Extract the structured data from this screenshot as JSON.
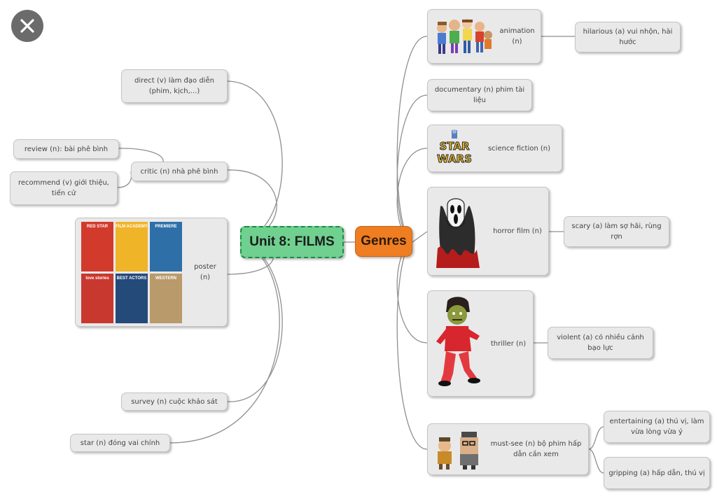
{
  "central": {
    "label": "Unit 8: FILMS"
  },
  "genres": {
    "label": "Genres"
  },
  "left_nodes": {
    "direct": "direct (v) làm đạo diễn (phim, kịch,...)",
    "critic": "critic (n) nhà phê bình",
    "review": "review (n): bài phê bình",
    "recommend": "recommend (v) giới thiệu, tiến cử",
    "poster": "poster (n)",
    "survey": "survey (n) cuộc khảo sát",
    "star": "star (n) đóng vai chính"
  },
  "genre_nodes": {
    "animation": "animation (n)",
    "documentary": "documentary (n) phim tài liệu",
    "science_fiction": "science fiction (n)",
    "horror": "horror film (n)",
    "thriller": "thriller (n)",
    "must_see": "must-see (n) bộ phim hấp dẫn cần xem"
  },
  "adjective_nodes": {
    "hilarious": "hilarious (a) vui nhộn, hài hước",
    "scary": "scary (a) làm sợ hãi, rùng rợn",
    "violent": "violent (a) có nhiều cảnh bạo lực",
    "entertaining": "entertaining (a) thú vị, làm vừa lòng vừa ý",
    "gripping": "gripping (a) hấp dẫn, thú vị"
  },
  "images": {
    "animation": "toy-story-characters",
    "science_fiction": "star-wars-logo",
    "horror": "scream-mask-figure",
    "thriller": "dancing-zombie-figure",
    "must_see": "up-movie-characters",
    "poster": "movie-posters-collage"
  },
  "posters": [
    {
      "title": "RED STAR",
      "color": "#d23a2c"
    },
    {
      "title": "FILM ACADEMY",
      "color": "#f0b429"
    },
    {
      "title": "PREMIERE",
      "color": "#2e6fa8"
    },
    {
      "title": "love stories",
      "color": "#c9382f"
    },
    {
      "title": "BEST ACTORS",
      "color": "#244a7a"
    },
    {
      "title": "WESTERN",
      "color": "#b99a6a"
    }
  ],
  "star_wars_logo": {
    "line1": "STAR",
    "line2": "WARS"
  },
  "colors": {
    "central": "#6fd08f",
    "genres": "#ef7d22",
    "node": "#e9e9e9",
    "link": "#8f8f8f"
  }
}
